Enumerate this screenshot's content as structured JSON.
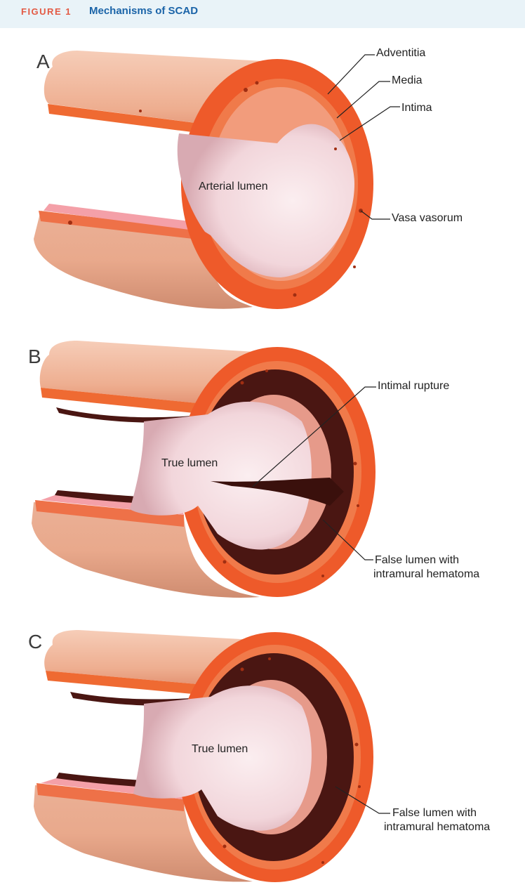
{
  "header": {
    "figure_label": "FIGURE 1",
    "title": "Mechanisms of SCAD"
  },
  "panels": {
    "a": {
      "letter": "A",
      "lumen": "Arterial lumen",
      "callouts": {
        "adventitia": "Adventitia",
        "media": "Media",
        "intima": "Intima",
        "vasa": "Vasa vasorum"
      }
    },
    "b": {
      "letter": "B",
      "lumen": "True lumen",
      "callouts": {
        "rupture": "Intimal rupture",
        "false_line1": "False lumen with",
        "false_line2": "intramural hematoma"
      }
    },
    "c": {
      "letter": "C",
      "lumen": "True lumen",
      "callouts": {
        "false_line1": "False lumen with",
        "false_line2": "intramural hematoma"
      }
    }
  },
  "colors": {
    "header_bg": "#e9f3f8",
    "figure_label": "#e35a44",
    "title": "#1b64a8",
    "adventitia": "#ee5a2a",
    "media": "#f07a4a",
    "outer_tissue": "#f0b59a",
    "lumen_inner": "#f5dbe0",
    "hematoma": "#4a1612"
  }
}
